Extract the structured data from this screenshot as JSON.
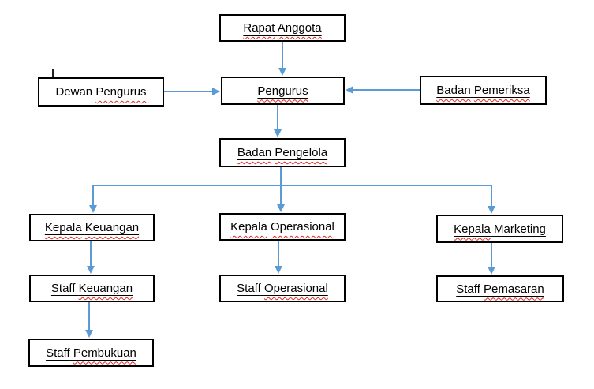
{
  "colors": {
    "connector": "#5b9bd5",
    "squiggle": "#e02b20",
    "border": "#000000",
    "text": "#000000",
    "background": "#ffffff"
  },
  "nodes": {
    "rapat_anggota": {
      "label": "Rapat Anggota",
      "parts": [
        {
          "text": "Rapat",
          "misspelled": true
        },
        {
          "text": "Anggota",
          "misspelled": true
        }
      ]
    },
    "dewan_pengurus": {
      "label": "Dewan Pengurus",
      "parts": [
        {
          "text": "Dewan",
          "misspelled": false
        },
        {
          "text": "Pengurus",
          "misspelled": true
        }
      ]
    },
    "pengurus": {
      "label": "Pengurus",
      "parts": [
        {
          "text": "Pengurus",
          "misspelled": true
        }
      ]
    },
    "badan_pemeriksa": {
      "label": "Badan Pemeriksa",
      "parts": [
        {
          "text": "Badan",
          "misspelled": true
        },
        {
          "text": "Pemeriksa",
          "misspelled": true
        }
      ]
    },
    "badan_pengelola": {
      "label": "Badan Pengelola",
      "parts": [
        {
          "text": "Badan",
          "misspelled": true
        },
        {
          "text": "Pengelola",
          "misspelled": true
        }
      ]
    },
    "kepala_keuangan": {
      "label": "Kepala Keuangan",
      "parts": [
        {
          "text": "Kepala",
          "misspelled": true
        },
        {
          "text": "Keuangan",
          "misspelled": true
        }
      ]
    },
    "kepala_operasional": {
      "label": "Kepala Operasional",
      "parts": [
        {
          "text": "Kepala",
          "misspelled": true
        },
        {
          "text": "Operasional",
          "misspelled": true
        }
      ]
    },
    "kepala_marketing": {
      "label": "Kepala Marketing",
      "parts": [
        {
          "text": "Kepala",
          "misspelled": true
        },
        {
          "text": "Marketing",
          "misspelled": false
        }
      ]
    },
    "staff_keuangan": {
      "label": "Staff Keuangan",
      "parts": [
        {
          "text": "Staff",
          "misspelled": false
        },
        {
          "text": "Keuangan",
          "misspelled": true
        }
      ]
    },
    "staff_operasional": {
      "label": "Staff Operasional",
      "parts": [
        {
          "text": "Staff",
          "misspelled": false
        },
        {
          "text": "Operasional",
          "misspelled": true
        }
      ]
    },
    "staff_pemasaran": {
      "label": "Staff Pemasaran",
      "parts": [
        {
          "text": "Staff",
          "misspelled": false
        },
        {
          "text": "Pemasaran",
          "misspelled": true
        }
      ]
    },
    "staff_pembukuan": {
      "label": "Staff Pembukuan",
      "parts": [
        {
          "text": "Staff",
          "misspelled": false
        },
        {
          "text": "Pembukuan",
          "misspelled": true
        }
      ]
    }
  },
  "edges": [
    {
      "from": "Rapat Anggota",
      "to": "Pengurus"
    },
    {
      "from": "Dewan Pengurus",
      "to": "Pengurus"
    },
    {
      "from": "Badan Pemeriksa",
      "to": "Pengurus"
    },
    {
      "from": "Pengurus",
      "to": "Badan Pengelola"
    },
    {
      "from": "Badan Pengelola",
      "to": "Kepala Keuangan"
    },
    {
      "from": "Badan Pengelola",
      "to": "Kepala Operasional"
    },
    {
      "from": "Badan Pengelola",
      "to": "Kepala Marketing"
    },
    {
      "from": "Kepala Keuangan",
      "to": "Staff Keuangan"
    },
    {
      "from": "Kepala Operasional",
      "to": "Staff Operasional"
    },
    {
      "from": "Kepala Marketing",
      "to": "Staff Pemasaran"
    },
    {
      "from": "Staff Keuangan",
      "to": "Staff Pembukuan"
    }
  ]
}
